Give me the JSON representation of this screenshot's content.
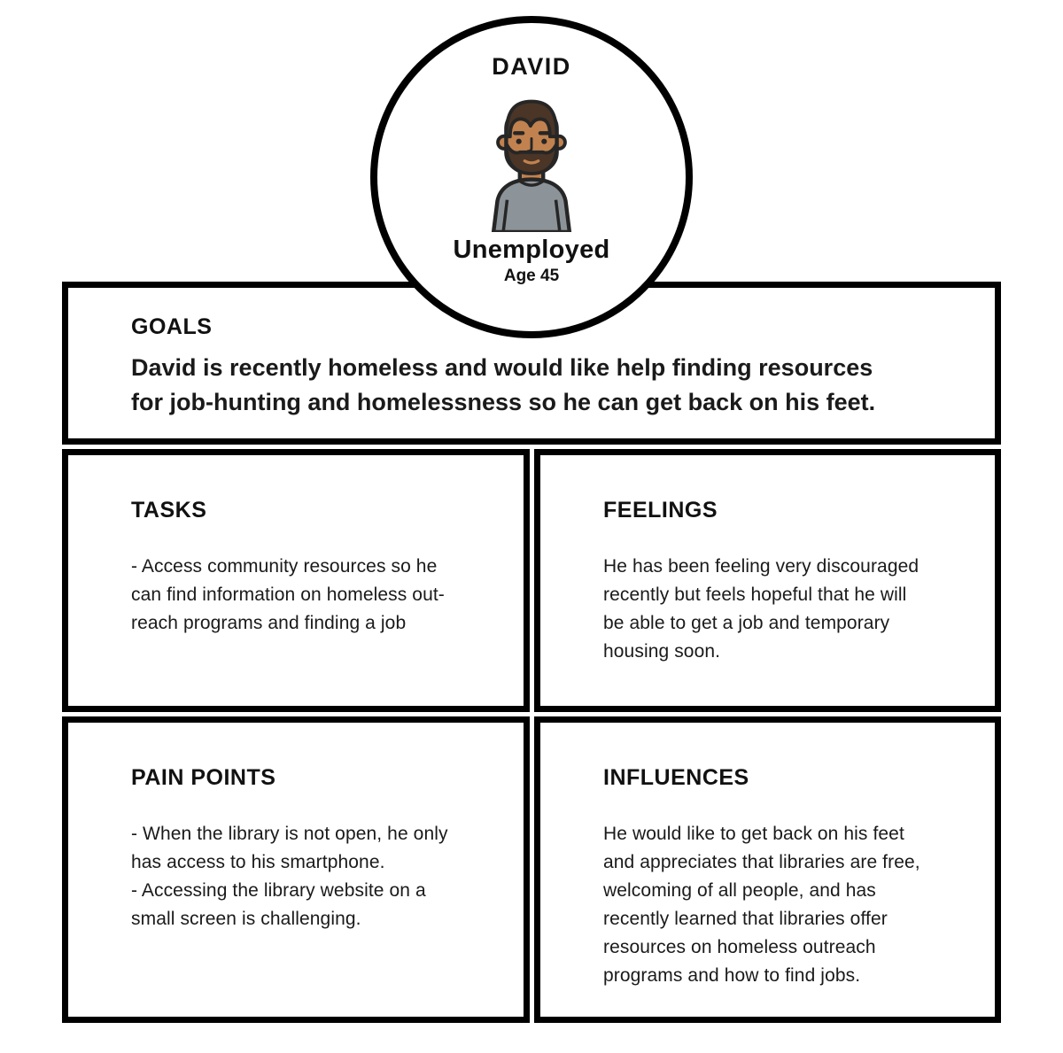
{
  "persona": {
    "name": "DAVID",
    "occupation": "Unemployed",
    "age": "Age 45",
    "avatar_icon": "man-with-beard-avatar-icon"
  },
  "sections": {
    "goals": {
      "heading": "GOALS",
      "body": "David is recently homeless and would like help finding resources\nfor job-hunting and homelessness so he can get back on his feet."
    },
    "tasks": {
      "heading": "TASKS",
      "body": "- Access community resources so he\ncan find information on homeless out-\nreach programs and finding a job"
    },
    "feelings": {
      "heading": "FEELINGS",
      "body": "He has been feeling very discouraged\nrecently but feels hopeful that he will\nbe able to get a job and temporary\nhousing soon."
    },
    "pain_points": {
      "heading": "PAIN POINTS",
      "body": "- When the library is not open, he only\nhas access to his smartphone.\n- Accessing the library website on a\nsmall screen is challenging."
    },
    "influences": {
      "heading": "INFLUENCES",
      "body": "He would like to get back on his feet\nand appreciates that libraries are free,\nwelcoming of all people, and has\nrecently learned that libraries offer\nresources on homeless outreach\nprograms and how to find jobs."
    }
  },
  "colors": {
    "border": "#000000",
    "text": "#111111",
    "background": "#ffffff",
    "avatar_skin": "#c1824f",
    "avatar_hair": "#4a3526",
    "avatar_shirt": "#8d9499",
    "avatar_outline": "#262626"
  }
}
